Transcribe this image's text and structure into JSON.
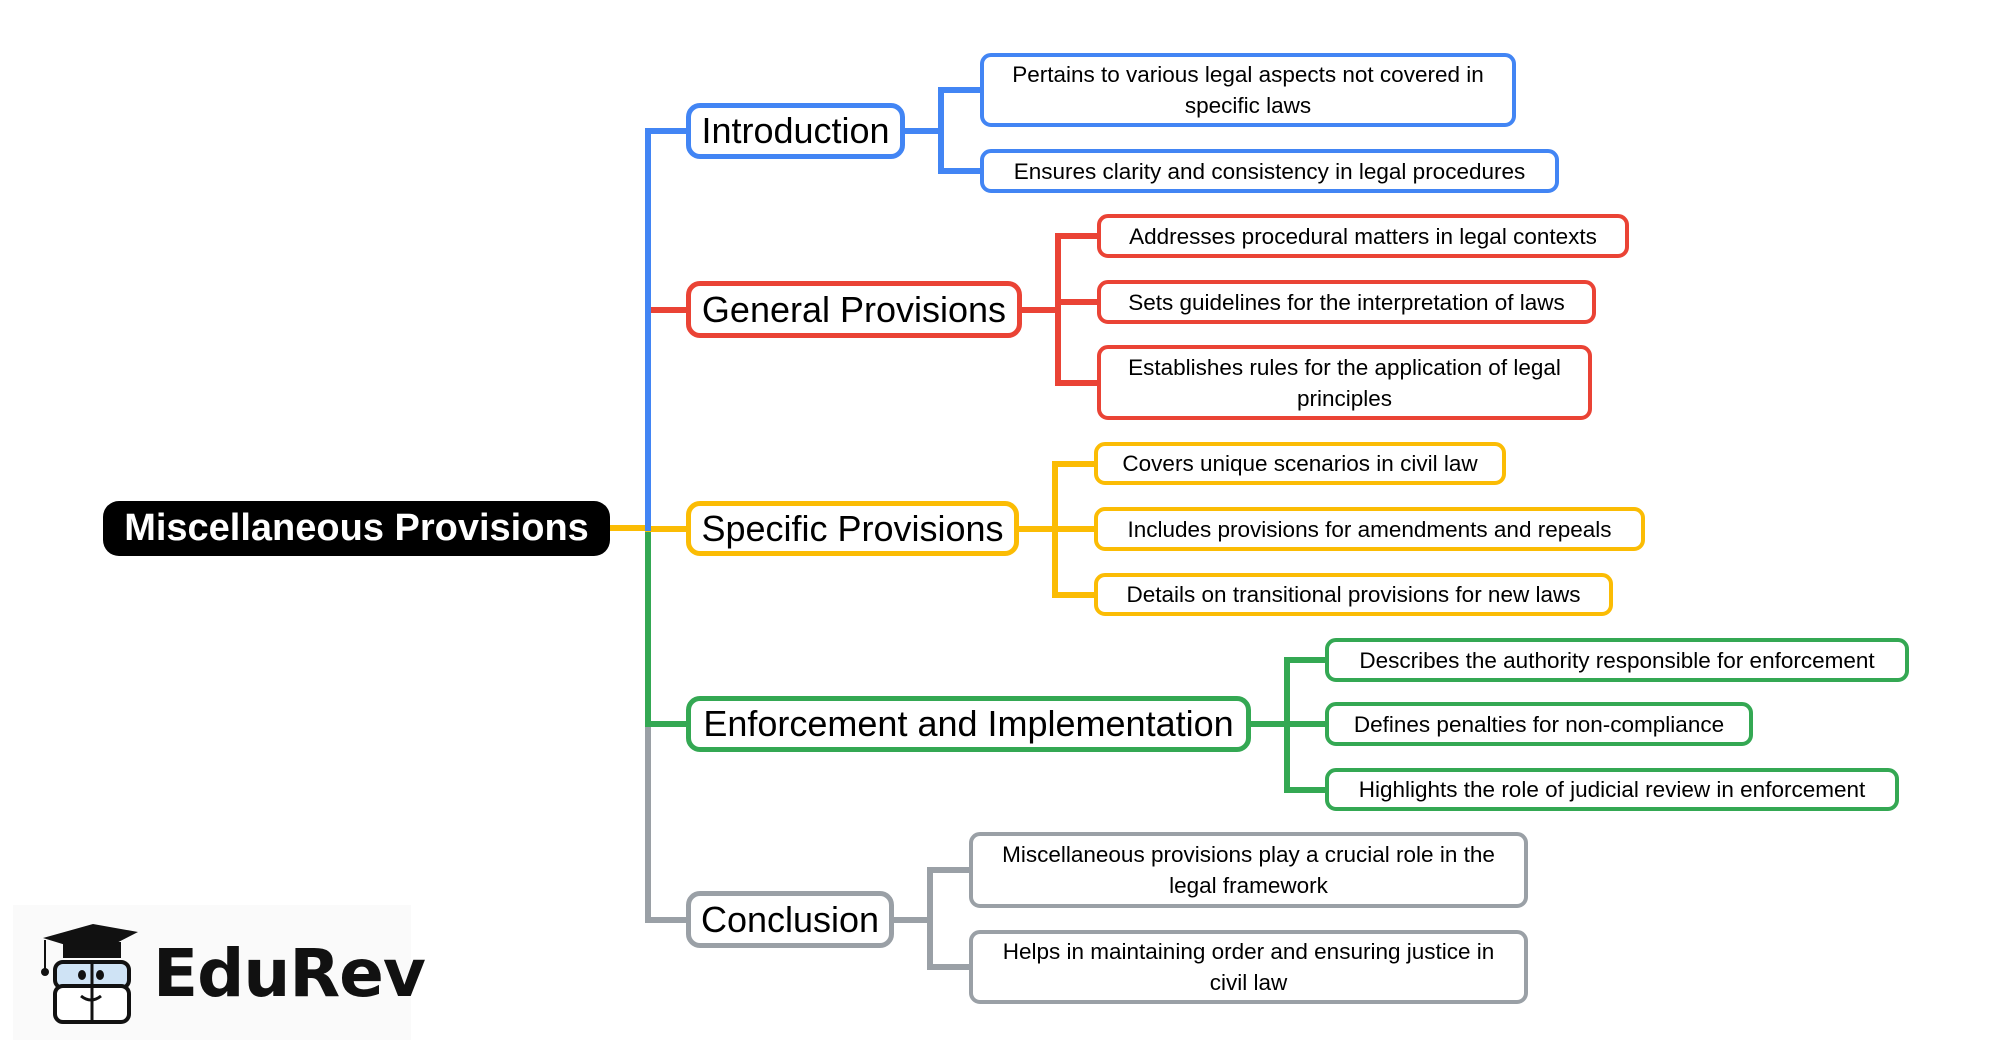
{
  "root": {
    "label": "Miscellaneous Provisions"
  },
  "colors": {
    "introduction": "#4285F4",
    "general": "#EA4335",
    "specific": "#FBBC04",
    "enforcement": "#34A853",
    "conclusion": "#9AA0A6",
    "root_bg": "#000000"
  },
  "branches": [
    {
      "id": "introduction",
      "label": "Introduction",
      "children": [
        "Pertains to various legal aspects not covered in specific laws",
        "Ensures clarity and consistency in legal procedures"
      ]
    },
    {
      "id": "general",
      "label": "General Provisions",
      "children": [
        "Addresses procedural matters in legal contexts",
        "Sets guidelines for the interpretation of laws",
        "Establishes rules for the application of legal principles"
      ]
    },
    {
      "id": "specific",
      "label": "Specific Provisions",
      "children": [
        "Covers unique scenarios in civil law",
        "Includes provisions for amendments and repeals",
        "Details on transitional provisions for new laws"
      ]
    },
    {
      "id": "enforcement",
      "label": "Enforcement and Implementation",
      "children": [
        "Describes the authority responsible for enforcement",
        "Defines penalties for non-compliance",
        "Highlights the role of judicial review in enforcement"
      ]
    },
    {
      "id": "conclusion",
      "label": "Conclusion",
      "children": [
        "Miscellaneous provisions play a crucial role in the legal framework",
        "Helps in maintaining order and ensuring justice in civil law"
      ]
    }
  ],
  "logo": {
    "text": "EduRev",
    "icon": "graduate-cap-book-mascot-icon"
  }
}
